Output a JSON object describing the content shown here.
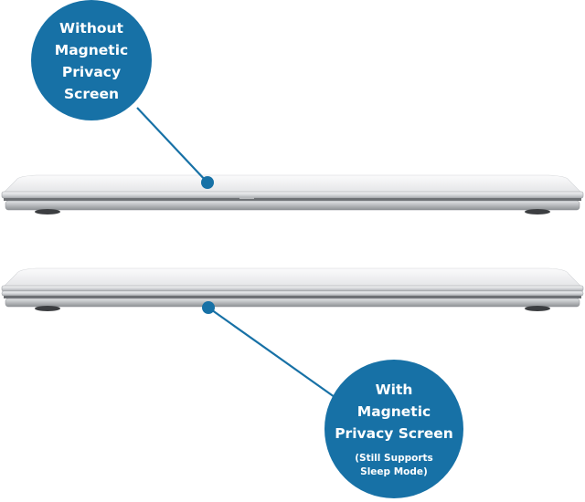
{
  "callouts": {
    "without": {
      "lines": [
        "Without",
        "Magnetic",
        "Privacy",
        "Screen"
      ]
    },
    "with": {
      "lines": [
        "With",
        "Magnetic",
        "Privacy Screen"
      ],
      "note_lines": [
        "(Still Supports",
        "Sleep Mode)"
      ]
    }
  },
  "colors": {
    "callout_blue": "#1771a6",
    "laptop_silver": "#c9cbcf",
    "background": "#ffffff"
  }
}
